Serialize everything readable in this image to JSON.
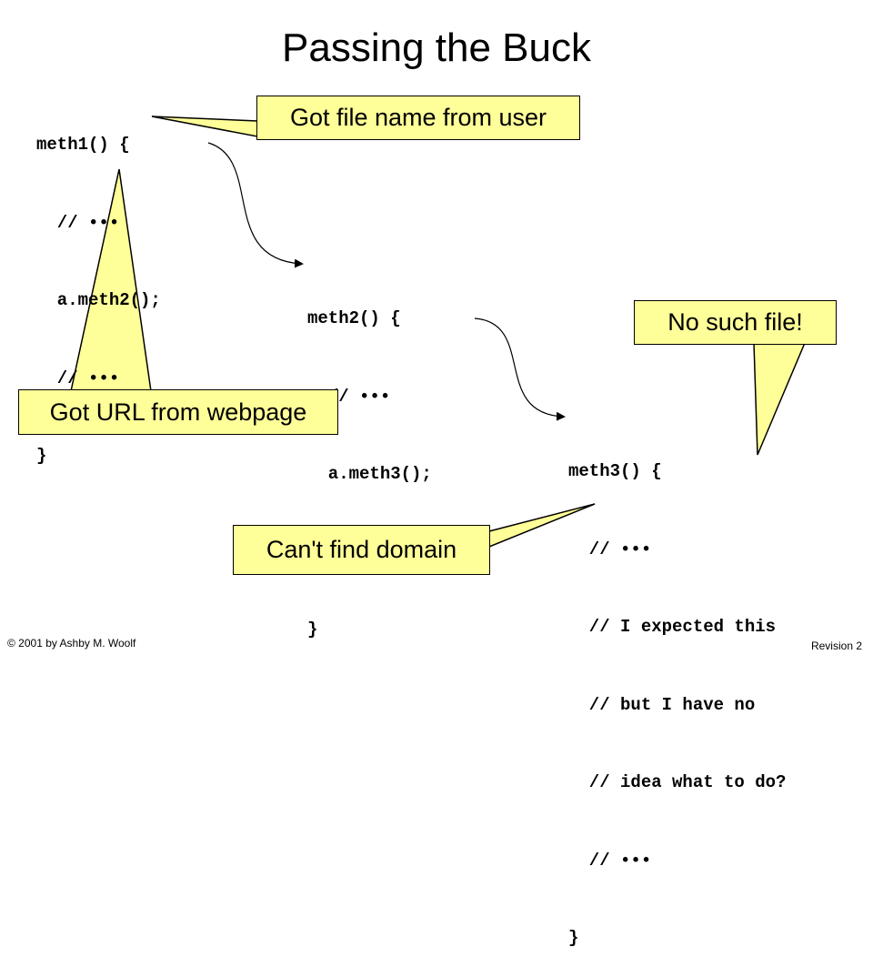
{
  "title": "Passing the Buck",
  "code_blocks": {
    "meth1": [
      "meth1() {",
      "  // •••",
      "  a.meth2();",
      "  // •••",
      "}"
    ],
    "meth2": [
      "meth2() {",
      "  // •••",
      "  a.meth3();",
      "  // •••",
      "}"
    ],
    "meth3": [
      "meth3() {",
      "  // •••",
      "  // I expected this",
      "  // but I have no",
      "  // idea what to do?",
      "  // •••",
      "}"
    ]
  },
  "callouts": {
    "file_name": "Got file name from user",
    "url": "Got URL from webpage",
    "no_file": "No such file!",
    "domain": "Can't find domain"
  },
  "colors": {
    "callout_fill": "#ffff99",
    "stroke": "#000000"
  },
  "footer": {
    "copyright": "© 2001 by Ashby M. Woolf",
    "revision": "Revision 2"
  }
}
